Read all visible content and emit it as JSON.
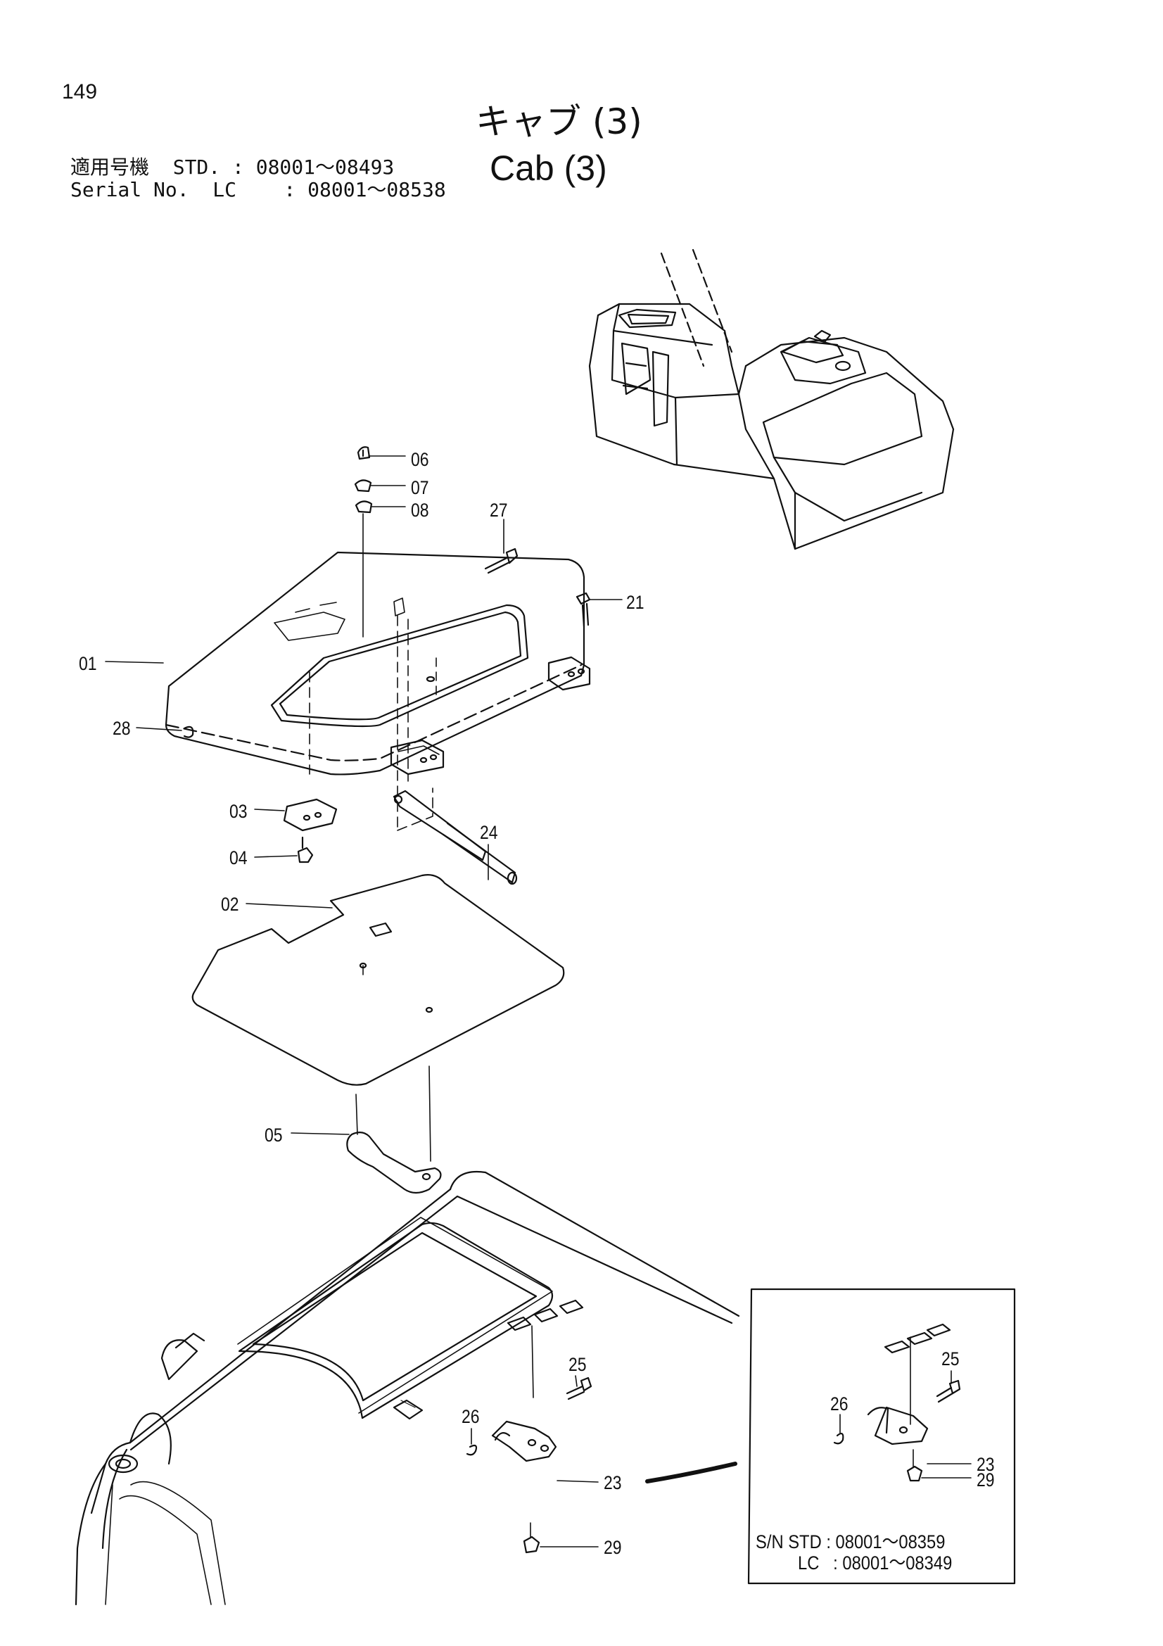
{
  "page_number": "149",
  "title_jp": "キャブ (3)",
  "title_en": "Cab (3)",
  "serial": {
    "line1": "適用号機  STD. : 08001～08493",
    "line2": "Serial No.  LC    : 08001～08538"
  },
  "callouts": {
    "c01": "01",
    "c02": "02",
    "c03": "03",
    "c04": "04",
    "c05": "05",
    "c06": "06",
    "c07": "07",
    "c08": "08",
    "c21": "21",
    "c24": "24",
    "c27": "27",
    "c28": "28",
    "c25a": "25",
    "c26a": "26",
    "c23a": "23",
    "c29a": "29",
    "c25b": "25",
    "c26b": "26",
    "c23b": "23",
    "c29b": "29"
  },
  "inset_note": {
    "line1": "S/N STD : 08001～08359",
    "line2": "LC   : 08001～08349"
  }
}
